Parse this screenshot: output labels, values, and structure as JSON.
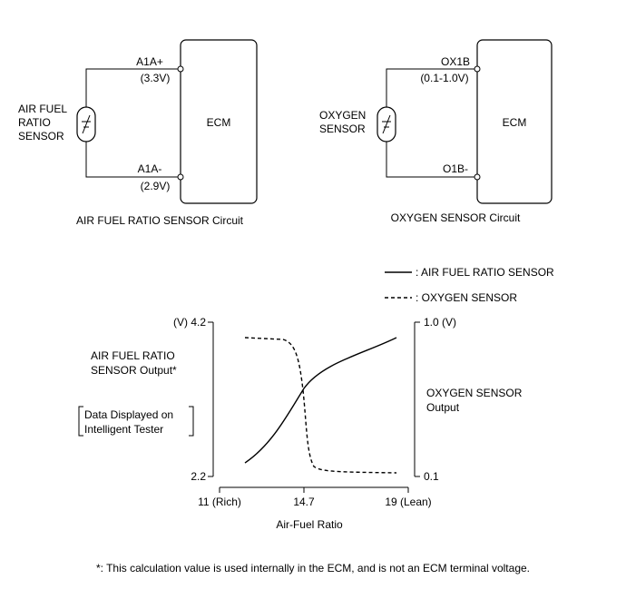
{
  "circuit_left": {
    "sensor_label_lines": [
      "AIR FUEL",
      "RATIO",
      "SENSOR"
    ],
    "ecm_label": "ECM",
    "terminal_top": "A1A+",
    "voltage_top": "(3.3V)",
    "terminal_bottom": "A1A-",
    "voltage_bottom": "(2.9V)",
    "caption": "AIR FUEL RATIO SENSOR Circuit"
  },
  "circuit_right": {
    "sensor_label_lines": [
      "OXYGEN",
      "SENSOR"
    ],
    "ecm_label": "ECM",
    "terminal_top": "OX1B",
    "voltage_top": "(0.1-1.0V)",
    "terminal_bottom": "O1B-",
    "caption": "OXYGEN SENSOR Circuit"
  },
  "legend": {
    "solid_label": ": AIR FUEL RATIO SENSOR",
    "dashed_label": ": OXYGEN SENSOR"
  },
  "graph": {
    "left_axis_top": "(V) 4.2",
    "left_axis_bottom": "2.2",
    "right_axis_top": "1.0 (V)",
    "right_axis_bottom": "0.1",
    "left_title_lines": [
      "AIR FUEL RATIO",
      "SENSOR Output*"
    ],
    "tester_note_lines": [
      "Data Displayed on",
      "Intelligent Tester"
    ],
    "right_title_lines": [
      "OXYGEN SENSOR",
      "Output"
    ],
    "x_ticks": [
      "11 (Rich)",
      "14.7",
      "19 (Lean)"
    ],
    "x_label": "Air-Fuel Ratio"
  },
  "footnote": "*: This calculation value is used internally in the ECM, and is not an ECM terminal voltage."
}
